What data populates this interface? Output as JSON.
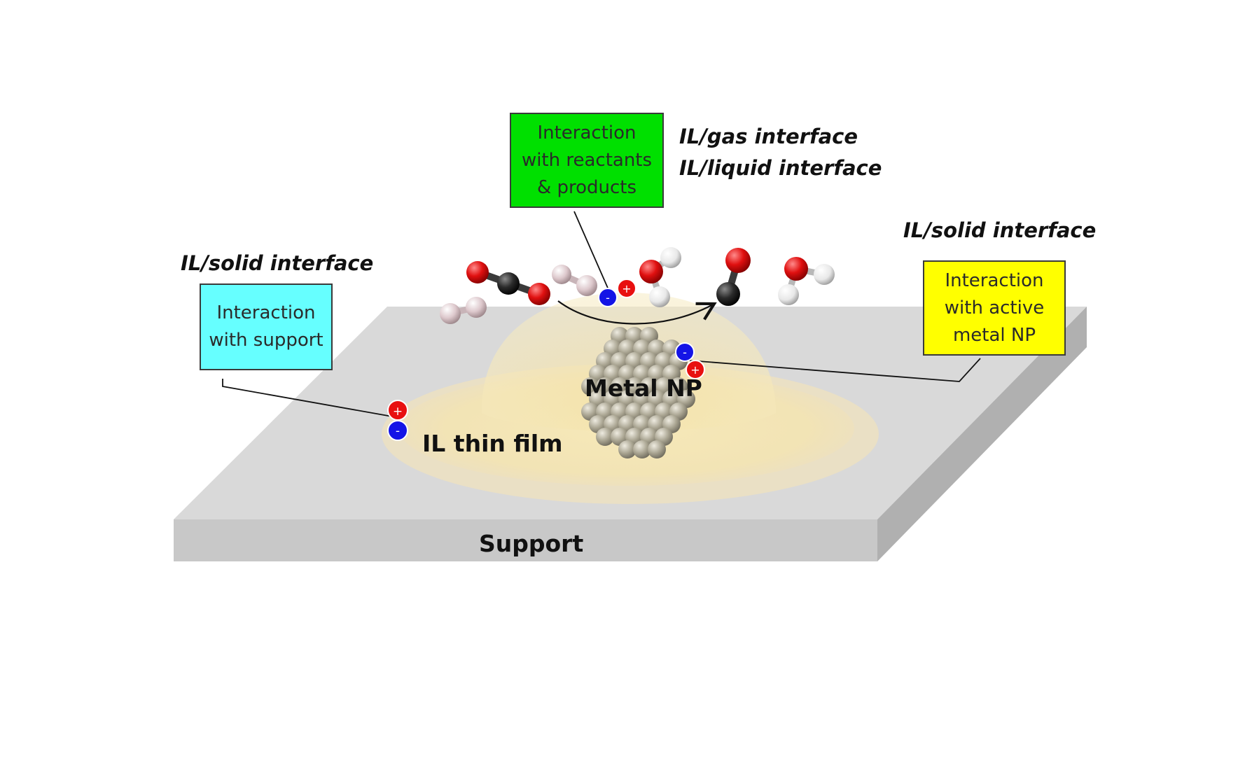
{
  "labels": {
    "il_gas": "IL/gas interface",
    "il_liquid": "IL/liquid interface",
    "il_solid_right": "IL/solid interface",
    "il_solid_left": "IL/solid interface",
    "il_thin_film": "IL thin film",
    "metal_np": "Metal NP",
    "support": "Support"
  },
  "boxes": {
    "reactants": {
      "lines": [
        "Interaction",
        "with reactants",
        "& products"
      ],
      "color": "#00e000"
    },
    "support": {
      "lines": [
        "Interaction",
        "with support"
      ],
      "color": "#66ffff"
    },
    "metal": {
      "lines": [
        "Interaction",
        "with active",
        "metal NP"
      ],
      "color": "#ffff00"
    }
  },
  "ion_signs": {
    "cation": "+",
    "anion": "-"
  },
  "colors": {
    "support_top": "#d9d9d9",
    "support_front": "#c8c8c8",
    "support_side": "#b0b0b0",
    "film": "#f5e7b9",
    "nanoparticle": "#a8a391",
    "cation": "#e81010",
    "anion": "#1414e6",
    "oxygen": "#d10f0f",
    "carbon": "#2b2b2b",
    "hydrogen": "#f2f2f2",
    "hydrogen_gas": "#d8c4c8"
  }
}
